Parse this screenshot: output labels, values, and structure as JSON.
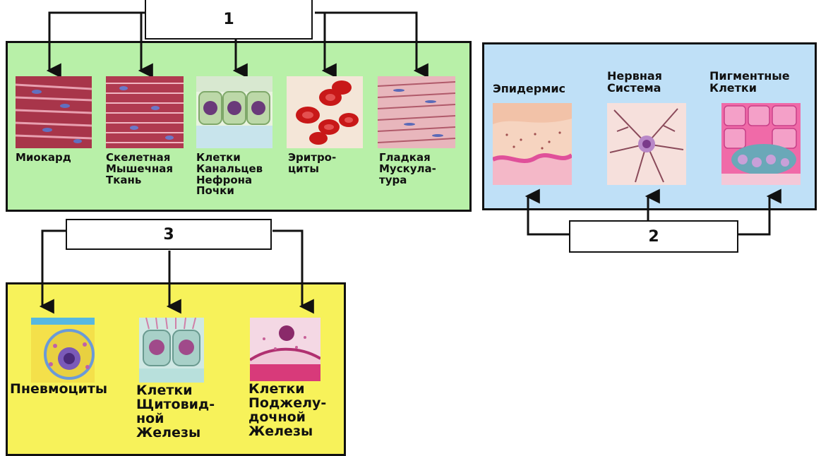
{
  "groups": [
    {
      "id": "group-1",
      "number": "1",
      "color": "#b8f0a8",
      "items": [
        {
          "label": "Миокард"
        },
        {
          "label": "Скелетная\nМышечная\nТкань"
        },
        {
          "label": "Клетки\nКанальцев\nНефрона\nПочки"
        },
        {
          "label": "Эритро-\nциты"
        },
        {
          "label": "Гладкая\nМускула-\nтура"
        }
      ]
    },
    {
      "id": "group-2",
      "number": "2",
      "color": "#bfe0f7",
      "items": [
        {
          "label": "Эпидермис"
        },
        {
          "label": "Нервная\nСистема"
        },
        {
          "label": "Пигментные\nКлетки"
        }
      ]
    },
    {
      "id": "group-3",
      "number": "3",
      "color": "#f7f25a",
      "items": [
        {
          "label": "Пневмоциты"
        },
        {
          "label": "Клетки\nЩитовид-\nной\nЖелезы"
        },
        {
          "label": "Клетки\nПоджелу-\nдочной\nЖелезы"
        }
      ]
    }
  ]
}
